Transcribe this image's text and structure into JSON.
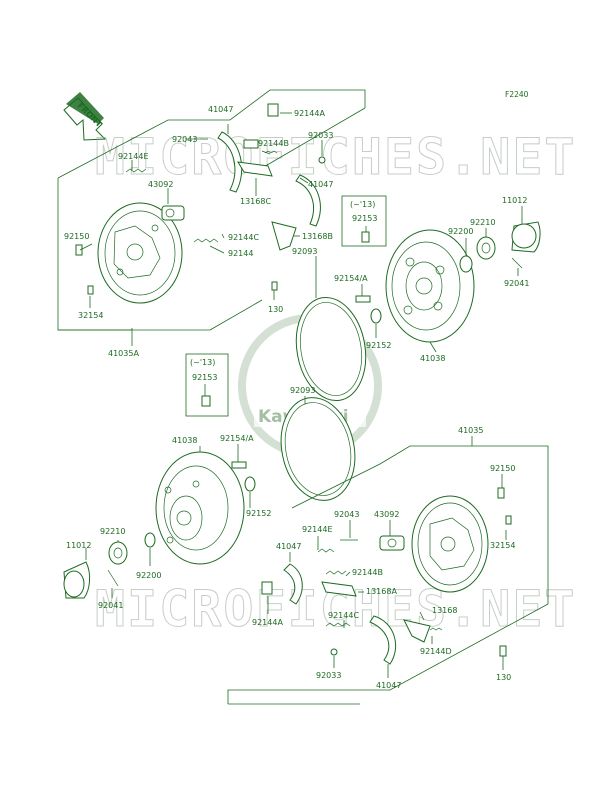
{
  "figure_code": "F2240",
  "front_label": "FRONT",
  "watermark": {
    "top": "MICROFICHES.NET",
    "bottom": "MICROFICHES.NET",
    "logo": "Kawasaki"
  },
  "notes": {
    "upper": "(~'13)",
    "lower": "(~'13)"
  },
  "upper_group": {
    "labels": [
      "41047",
      "92144A",
      "92043",
      "92144B",
      "92033",
      "92144E",
      "43092",
      "41047",
      "13168C",
      "92150",
      "92144C",
      "13168B",
      "92144",
      "32154",
      "41035A",
      "130",
      "92093"
    ]
  },
  "center_group": {
    "labels": [
      "92153",
      "92154/A",
      "92152",
      "41038",
      "92200",
      "92210",
      "11012",
      "92041",
      "92153",
      "92093"
    ]
  },
  "lower_group": {
    "labels": [
      "41035",
      "41038",
      "92154/A",
      "92150",
      "92043",
      "43092",
      "92144E",
      "32154",
      "92210",
      "41047",
      "92144B",
      "11012",
      "92152",
      "92200",
      "13168A",
      "92041",
      "92144A",
      "92144C",
      "13168",
      "92144D",
      "92033",
      "41047",
      "130"
    ]
  }
}
